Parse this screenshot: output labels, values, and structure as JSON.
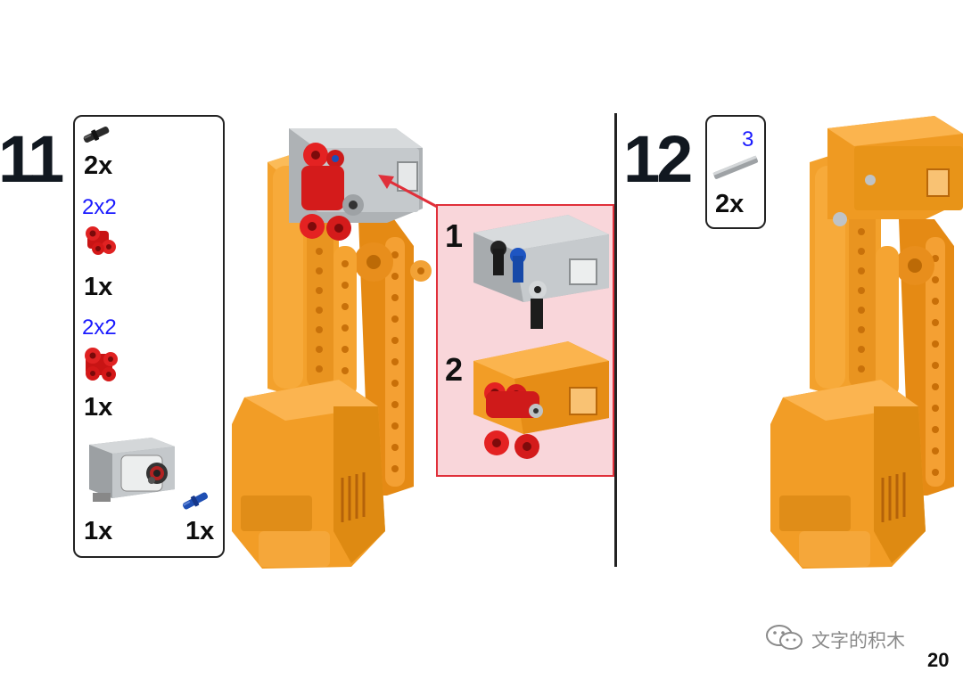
{
  "step11": {
    "number": "11",
    "parts": [
      {
        "icon": "black-connector-peg-icon",
        "qty": "2x"
      },
      {
        "icon": "red-cross-block-icon",
        "note": "2x2",
        "qty": "1x"
      },
      {
        "icon": "red-double-cross-block-icon",
        "note": "2x2",
        "qty": "1x"
      },
      {
        "icon": "ultrasonic-sensor-icon",
        "qty": "1x"
      },
      {
        "icon": "blue-axle-peg-icon",
        "qty": "1x"
      }
    ],
    "callout": {
      "substeps": [
        "1",
        "2"
      ]
    }
  },
  "step12": {
    "number": "12",
    "parts": [
      {
        "icon": "gray-axle-icon",
        "note": "3",
        "qty": "2x"
      }
    ]
  },
  "page": {
    "number": "20"
  },
  "watermark": {
    "text": "文字的积木"
  },
  "colors": {
    "orange": "#f7a02c",
    "red": "#d81f1f",
    "gray": "#bfc3c6",
    "callout_border": "#e0303a",
    "callout_bg": "#f9d6da",
    "blue_note": "#1a1aff"
  }
}
